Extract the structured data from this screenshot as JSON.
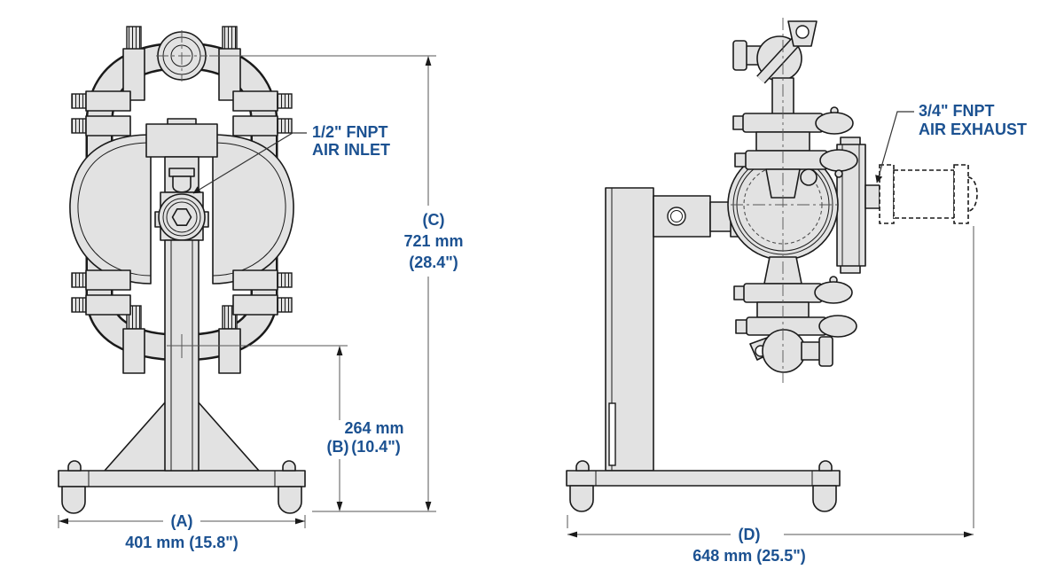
{
  "colors": {
    "background": "#ffffff",
    "line": "#1a1a1a",
    "fill": "#e2e2e2",
    "dim_line": "#555555",
    "accent_blue": "#1b5191"
  },
  "annotations": {
    "air_inlet": {
      "line1": "1/2\" FNPT",
      "line2": "AIR INLET"
    },
    "air_exhaust": {
      "line1": "3/4\" FNPT",
      "line2": "AIR EXHAUST"
    }
  },
  "dimensions": {
    "A": {
      "label": "(A)",
      "value": "401 mm (15.8\")"
    },
    "B": {
      "label": "(B)",
      "mm": "264 mm",
      "inches": "(10.4\")"
    },
    "C": {
      "label": "(C)",
      "mm": "721 mm",
      "inches": "(28.4\")"
    },
    "D": {
      "label": "(D)",
      "value": "648 mm (25.5\")"
    }
  }
}
